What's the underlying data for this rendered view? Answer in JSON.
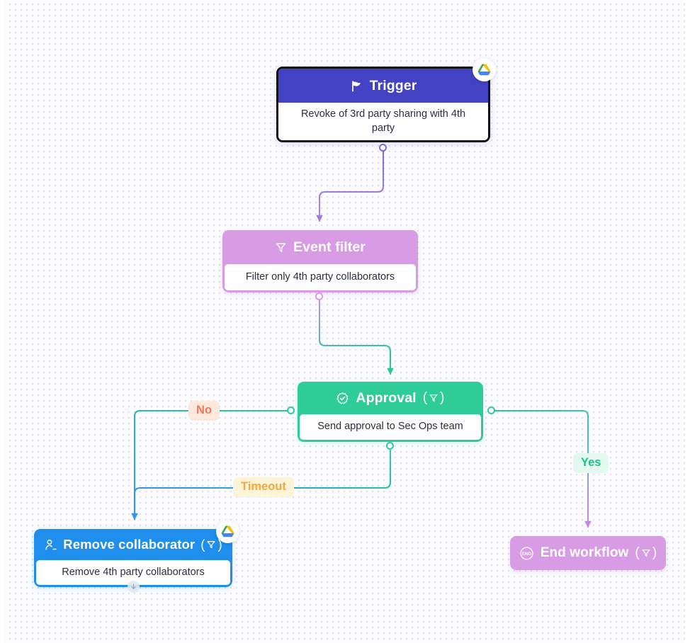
{
  "canvas": {
    "background_color": "#fcfcff",
    "dot_color": "#dcdcf5"
  },
  "nodes": [
    {
      "id": "trigger",
      "title": "Trigger",
      "icon": "flag-icon",
      "description": "Revoke of 3rd party sharing with 4th party",
      "header_color": "#4341c4",
      "selected": true,
      "badge": "google-drive-icon"
    },
    {
      "id": "event-filter",
      "title": "Event filter",
      "icon": "funnel-icon",
      "description": "Filter only 4th party collaborators",
      "header_color": "#d79ce4",
      "selected": false,
      "badge": null
    },
    {
      "id": "approval",
      "title": "Approval (▽)",
      "title_text": "Approval",
      "title_suffix": "(▽)",
      "icon": "approval-badge-icon",
      "description": "Send approval to Sec Ops team",
      "header_color": "#2ecc96",
      "selected": false,
      "badge": null
    },
    {
      "id": "remove-collaborator",
      "title": "Remove collaborator (▽)",
      "title_text": "Remove collaborator",
      "title_suffix": "(▽)",
      "icon": "person-minus-icon",
      "description": "Remove 4th party collaborators",
      "header_color": "#1f8eed",
      "selected": false,
      "badge": "google-drive-icon"
    },
    {
      "id": "end-workflow",
      "title": "End workflow (▽)",
      "title_text": "End workflow",
      "title_suffix": "(▽)",
      "icon": "end-circle-icon",
      "description": null,
      "header_color": "#d79ce4",
      "selected": false,
      "badge": null
    }
  ],
  "edge_labels": {
    "no": {
      "text": "No",
      "color": "#f4765c",
      "background": "#fde8dc"
    },
    "yes": {
      "text": "Yes",
      "color": "#19c486",
      "background": "#e3f8ef"
    },
    "timeout": {
      "text": "Timeout",
      "color": "#f0ab3a",
      "background": "#fdf3d6"
    }
  },
  "edges": [
    {
      "from": "trigger",
      "to": "event-filter",
      "label": null
    },
    {
      "from": "event-filter",
      "to": "approval",
      "label": null
    },
    {
      "from": "approval",
      "to": "remove-collaborator",
      "label": "No"
    },
    {
      "from": "approval",
      "to": "remove-collaborator",
      "label": "Timeout"
    },
    {
      "from": "approval",
      "to": "end-workflow",
      "label": "Yes"
    }
  ]
}
